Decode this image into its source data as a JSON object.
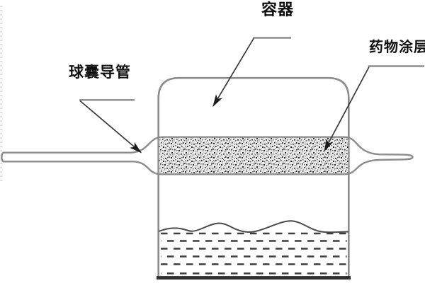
{
  "diagram": {
    "labels": {
      "balloon_catheter": "球囊导管",
      "container": "容器",
      "drug_coating": "药物涂层"
    },
    "colors": {
      "background": "#ffffff",
      "outline_gray": "#8c8c8c",
      "leader_dark": "#383838",
      "arrowhead_black": "#1c1c1c",
      "label_text": "#101010",
      "stipple_background": "#ebebeb",
      "liquid_dash": "#3d3d3d",
      "wave_line": "#4a4a4a",
      "container_bottom_edge": "#2e2e2e"
    }
  }
}
